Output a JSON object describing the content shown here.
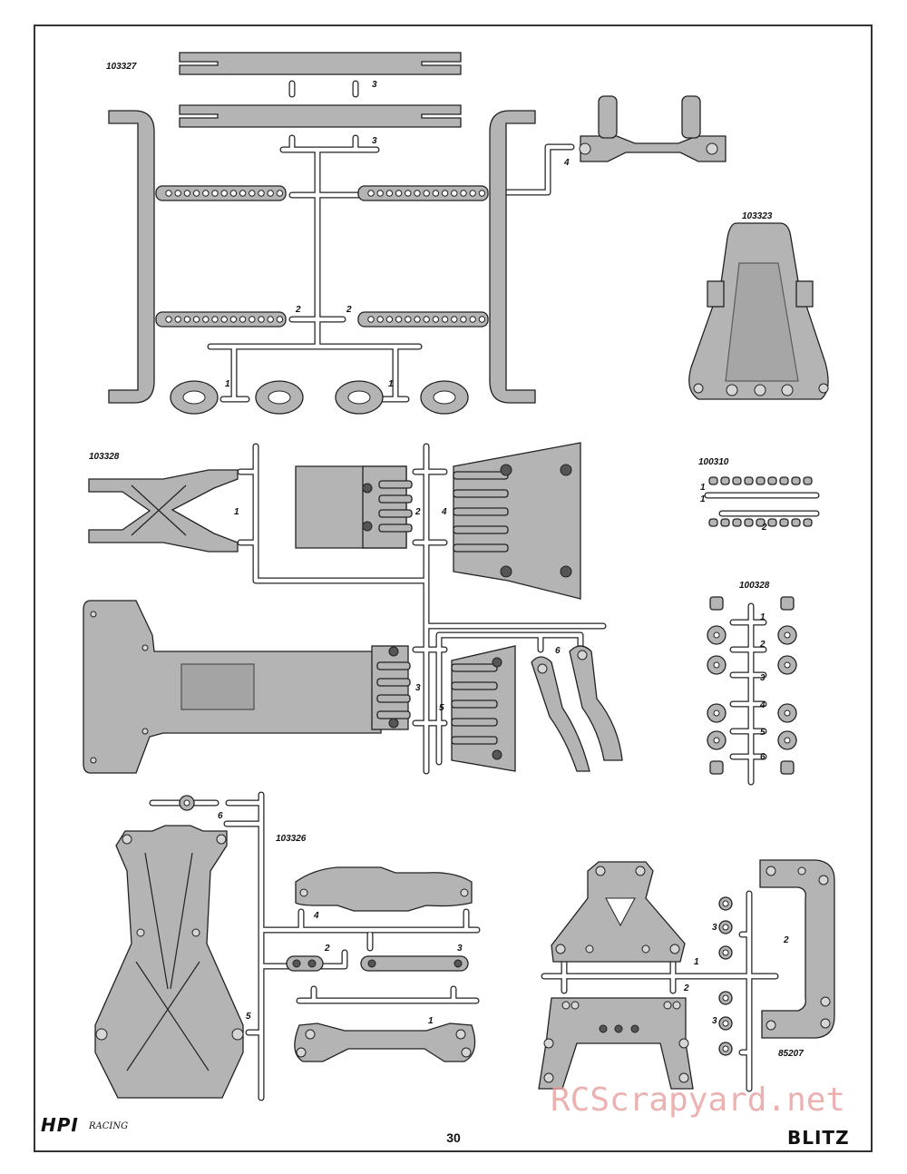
{
  "page": {
    "number": "30",
    "brand_left": "HPI",
    "brand_left_sub": "RACING",
    "brand_right": "BLITZ",
    "watermark": "RCScrapyard.net"
  },
  "parts": {
    "p103327": {
      "code": "103327",
      "labels": [
        "3",
        "3",
        "4",
        "2",
        "2",
        "1",
        "1"
      ]
    },
    "p103323": {
      "code": "103323"
    },
    "p103328": {
      "code": "103328",
      "labels": [
        "1",
        "2",
        "4",
        "3",
        "5",
        "6"
      ]
    },
    "p100310": {
      "code": "100310",
      "labels": [
        "1",
        "1",
        "2"
      ]
    },
    "p100328": {
      "code": "100328",
      "labels": [
        "1",
        "2",
        "3",
        "4",
        "5",
        "6"
      ]
    },
    "p103326": {
      "code": "103326",
      "labels": [
        "6",
        "4",
        "5",
        "2",
        "3",
        "1"
      ]
    },
    "p85207": {
      "code": "85207",
      "labels": [
        "3",
        "2",
        "1",
        "2",
        "3"
      ]
    }
  }
}
